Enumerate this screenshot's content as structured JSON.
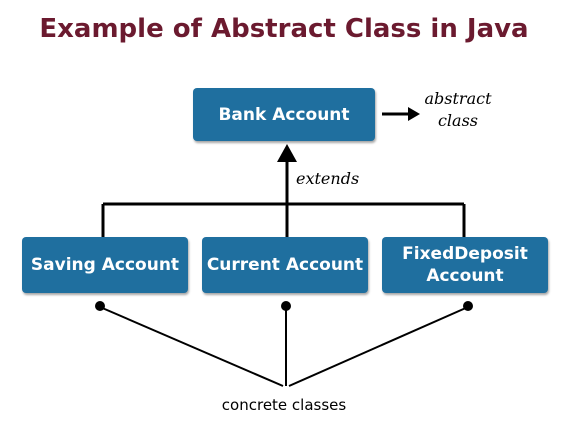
{
  "title": "Example of Abstract Class in Java",
  "classes": {
    "abstract": "Bank Account",
    "concrete": [
      "Saving Account",
      "Current Account",
      "FixedDeposit\nAccount"
    ]
  },
  "labels": {
    "abstract_note": "abstract\nclass",
    "relation": "extends",
    "concrete_note": "concrete classes"
  },
  "colors": {
    "title": "#6b1a2f",
    "box_fill": "#1f6f9f",
    "box_text": "#ffffff",
    "lines": "#000000"
  }
}
